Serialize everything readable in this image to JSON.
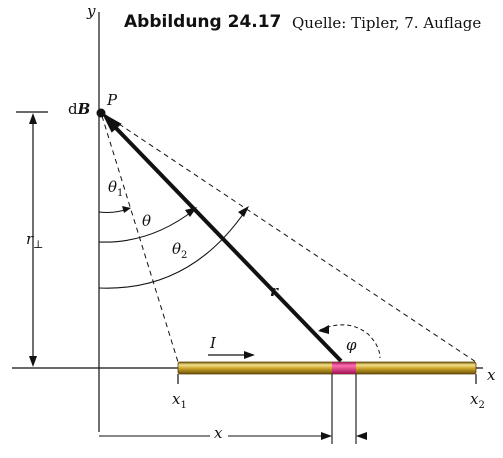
{
  "figure": {
    "title": "Abbildung 24.17",
    "source": "Quelle: Tipler, 7. Auflage"
  },
  "labels": {
    "y_axis": "y",
    "x_axis": "x",
    "point": "P",
    "field_element_prefix": "d",
    "field_element_var": "B",
    "theta1": "θ",
    "theta1_sub": "1",
    "theta": "θ",
    "theta2": "θ",
    "theta2_sub": "2",
    "r_vector": "r",
    "r_perp": "r",
    "r_perp_sub": "⊥",
    "current": "I",
    "phi": "φ",
    "x1": "x",
    "x1_sub": "1",
    "x2": "x",
    "x2_sub": "2",
    "x_distance": "x"
  },
  "colors": {
    "wire_body": "#c9a227",
    "wire_highlight": "#f3e08a",
    "wire_shadow": "#7a5a0c",
    "current_element": "#e0357f",
    "ink": "#111111"
  }
}
